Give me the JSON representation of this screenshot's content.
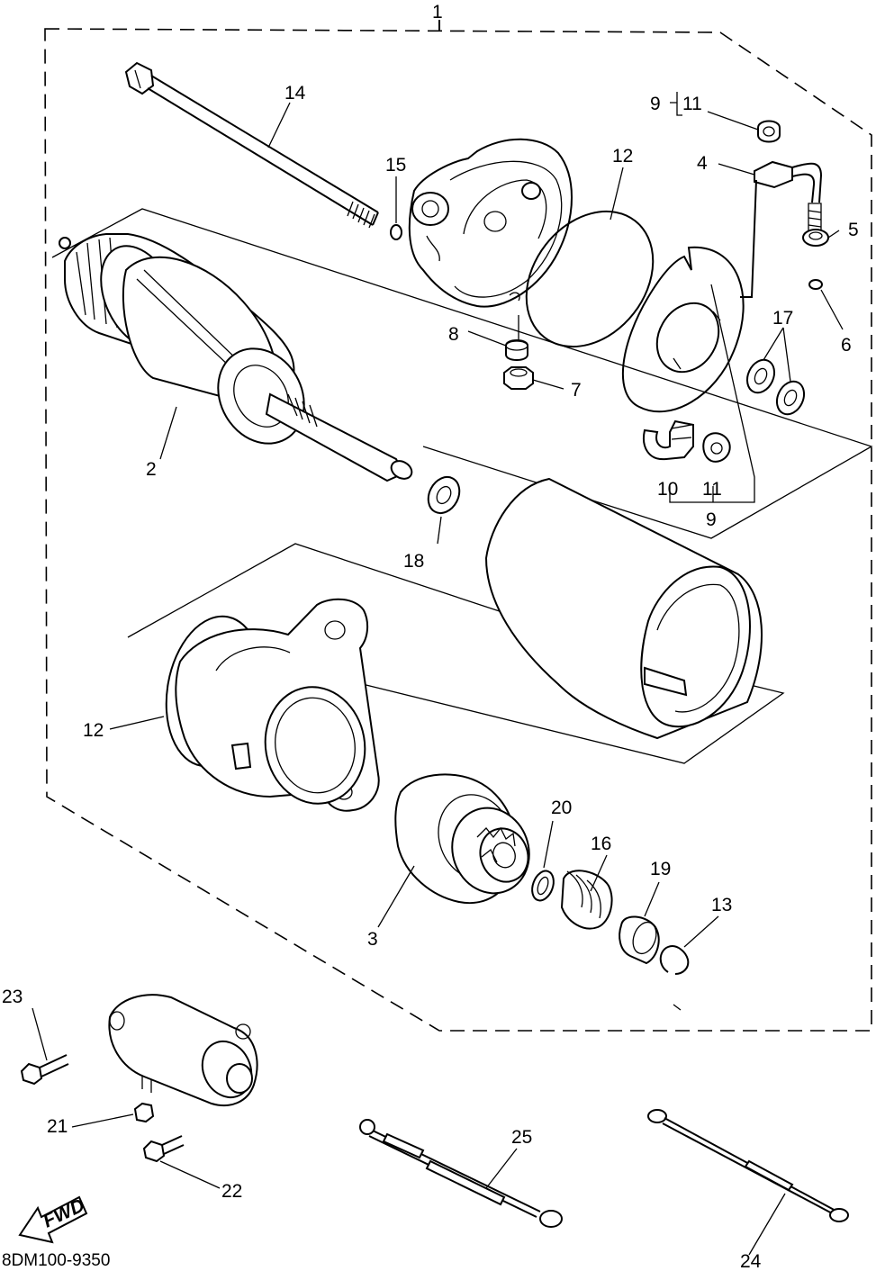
{
  "diagram": {
    "code": "8DM100-9350",
    "fwd_label": "FWD",
    "callouts": {
      "c1": "1",
      "c2": "2",
      "c3": "3",
      "c4": "4",
      "c5": "5",
      "c6": "6",
      "c7": "7",
      "c8": "8",
      "c9_top": "9",
      "c11_top": "11",
      "c9_bottom": "9",
      "c10": "10",
      "c11_bottom": "11",
      "c12_top": "12",
      "c12_left": "12",
      "c13": "13",
      "c14": "14",
      "c15": "15",
      "c16": "16",
      "c17": "17",
      "c18": "18",
      "c19": "19",
      "c20": "20",
      "c21": "21",
      "c22": "22",
      "c23": "23",
      "c24": "24",
      "c25": "25"
    }
  }
}
